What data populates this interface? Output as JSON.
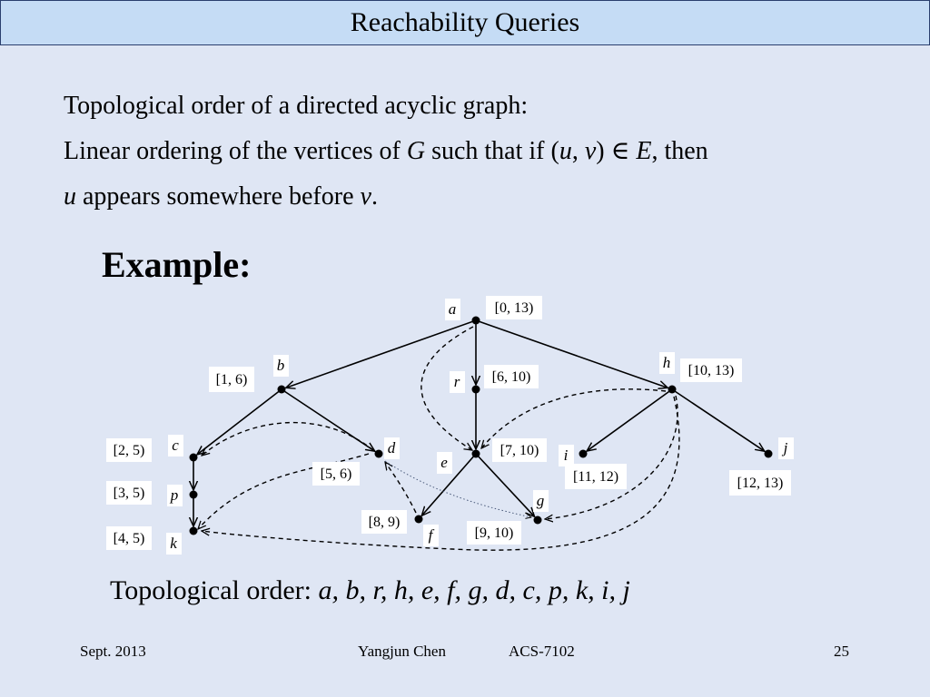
{
  "title": "Reachability Queries",
  "definition": {
    "line1": "Topological order of a directed acyclic graph:",
    "line2_a": "Linear ordering of the vertices of ",
    "line2_G": "G",
    "line2_b": " such that if (",
    "line2_u": "u",
    "line2_comma": ", ",
    "line2_v": "v",
    "line2_c": ") ",
    "line2_in": "∈",
    "line2_sp": " ",
    "line2_E": "E",
    "line2_d": ", then",
    "line3_u": "u",
    "line3_a": " appears somewhere before ",
    "line3_v": "v",
    "line3_b": "."
  },
  "example_label": "Example:",
  "graph": {
    "nodes": [
      {
        "id": "a",
        "label": "a",
        "interval": "[0, 13)"
      },
      {
        "id": "b",
        "label": "b",
        "interval": "[1, 6)"
      },
      {
        "id": "r",
        "label": "r",
        "interval": "[6, 10)"
      },
      {
        "id": "h",
        "label": "h",
        "interval": "[10, 13)"
      },
      {
        "id": "c",
        "label": "c",
        "interval": "[2, 5)"
      },
      {
        "id": "d",
        "label": "d",
        "interval": "[5, 6)"
      },
      {
        "id": "e",
        "label": "e",
        "interval": "[7, 10)"
      },
      {
        "id": "i",
        "label": "i",
        "interval": "[11, 12)"
      },
      {
        "id": "j",
        "label": "j",
        "interval": "[12, 13)"
      },
      {
        "id": "p",
        "label": "p",
        "interval": "[3, 5)"
      },
      {
        "id": "k",
        "label": "k",
        "interval": "[4, 5)"
      },
      {
        "id": "f",
        "label": "f",
        "interval": "[8, 9)"
      },
      {
        "id": "g",
        "label": "g",
        "interval": "[9, 10)"
      }
    ],
    "tree_edges": [
      [
        "a",
        "b"
      ],
      [
        "a",
        "r"
      ],
      [
        "a",
        "h"
      ],
      [
        "b",
        "c"
      ],
      [
        "b",
        "d"
      ],
      [
        "r",
        "e"
      ],
      [
        "h",
        "i"
      ],
      [
        "h",
        "j"
      ],
      [
        "c",
        "p"
      ],
      [
        "p",
        "k"
      ],
      [
        "e",
        "f"
      ],
      [
        "e",
        "g"
      ]
    ],
    "non_tree_edges": [
      [
        "a",
        "e"
      ],
      [
        "d",
        "c"
      ],
      [
        "d",
        "k"
      ],
      [
        "f",
        "d"
      ],
      [
        "h",
        "e"
      ],
      [
        "h",
        "g"
      ],
      [
        "h",
        "k"
      ]
    ],
    "dotted_edges": [
      [
        "d",
        "g"
      ]
    ]
  },
  "topological_order": {
    "prefix": "Topological order: ",
    "sequence": "a, b, r, h, e, f, g, d, c, p, k, i, j"
  },
  "footer": {
    "date": "Sept. 2013",
    "author": "Yangjun Chen",
    "course": "ACS-7102",
    "page": "25"
  }
}
